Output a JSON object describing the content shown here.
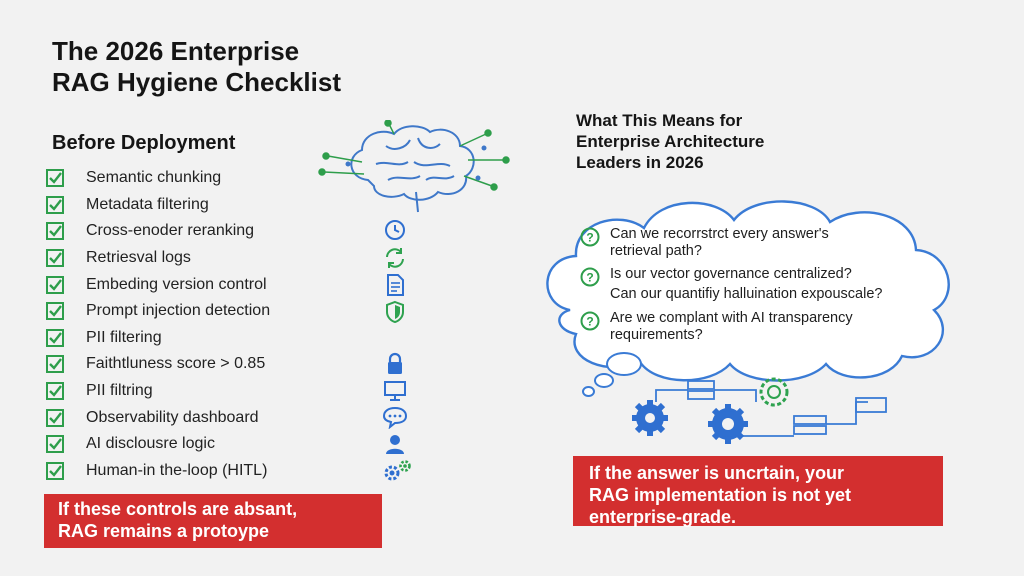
{
  "title_line1": "The 2026 Enterprise",
  "title_line2": "RAG Hygiene Checklist",
  "before_deployment": "Before Deployment",
  "checklist": [
    "Semantic chunking",
    "Metadata filtering",
    "Cross-enoder reranking",
    "Retriesval logs",
    "Embeding version control",
    "Prompt injection detection",
    "PII filtering",
    "Faithtluness score > 0.85",
    "PII filtring",
    "Observability dashboard",
    "AI disclousre logic",
    "Human-in the-loop (HITL)"
  ],
  "left_alert_line1": "If these controls are absant,",
  "left_alert_line2": "RAG remains a protoype",
  "right_heading_line1": "What This Means for",
  "right_heading_line2": "Enterprise Architecture",
  "right_heading_line3": "Leaders in 2026",
  "questions": [
    {
      "line1": "Can we recorrstrct every answer's",
      "line2": "retrieval path?"
    },
    {
      "line1": "Is our vector governance centralized?",
      "line2": "Can our quantifiy halluination expouscale?"
    },
    {
      "line1": "Are we complant with AI transparency",
      "line2": "requirements?"
    }
  ],
  "right_alert_line1": "If the answer is uncrtain, your",
  "right_alert_line2": "RAG implementation is not yet",
  "right_alert_line3": "enterprise-grade.",
  "colors": {
    "check": "#2e9e4b",
    "alert": "#d32f2f",
    "icon_blue": "#2f6fd0",
    "icon_green": "#2ea24f",
    "cloud_border": "#3a7bd5"
  },
  "icons": [
    "brain-icon",
    "clock-icon",
    "refresh-icon",
    "document-icon",
    "shield-icon",
    "lock-icon",
    "monitor-icon",
    "chat-icon",
    "user-icon",
    "gears-icon",
    "question-icon",
    "network-gears-icon"
  ]
}
